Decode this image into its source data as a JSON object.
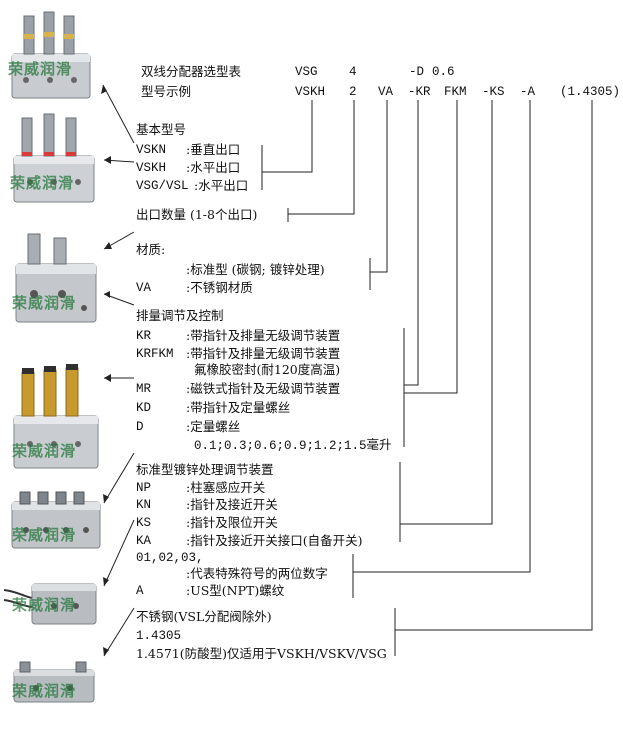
{
  "header": {
    "row1": [
      "双线分配器选型表",
      "VSG",
      "4",
      "-D",
      "0.6"
    ],
    "row2": [
      "型号示例",
      "VSKH",
      "2",
      "VA",
      "-KR",
      "FKM",
      "-KS",
      "-A",
      "(1.4305)"
    ]
  },
  "basic": {
    "title": "基本型号",
    "items": [
      {
        "code": "VSKN",
        "desc": ":垂直出口"
      },
      {
        "code": "VSKH",
        "desc": ":水平出口"
      },
      {
        "code": "VSG/VSL",
        "desc": ":水平出口"
      }
    ]
  },
  "outlets": {
    "text": "出口数量 (1-8个出口)"
  },
  "material": {
    "title": "材质:",
    "items": [
      {
        "code": "",
        "desc": ":标准型 (碳钢; 镀锌处理)"
      },
      {
        "code": "VA",
        "desc": ":不锈钢材质"
      }
    ]
  },
  "adjust": {
    "title": "排量调节及控制",
    "items": [
      {
        "code": "KR",
        "desc": ":带指针及排量无级调节装置"
      },
      {
        "code": "KRFKM",
        "desc": ":带指针及排量无级调节装置"
      },
      {
        "code": "",
        "desc": "氟橡胶密封(耐120度高温)"
      },
      {
        "code": "MR",
        "desc": ":磁铁式指针及无级调节装置"
      },
      {
        "code": "KD",
        "desc": ":带指针及定量螺丝"
      },
      {
        "code": "D",
        "desc": ":定量螺丝"
      },
      {
        "code": "",
        "desc": "0.1;0.3;0.6;0.9;1.2;1.5毫升"
      }
    ]
  },
  "standard": {
    "title": "标准型镀锌处理调节装置",
    "items": [
      {
        "code": "NP",
        "desc": ":柱塞感应开关"
      },
      {
        "code": "KN",
        "desc": ":指针及接近开关"
      },
      {
        "code": "KS",
        "desc": ":指针及限位开关"
      },
      {
        "code": "KA",
        "desc": ":指针及接近开关接口(自备开关)"
      },
      {
        "code": "01,02,03,",
        "desc": ""
      },
      {
        "code": "",
        "desc": ":代表特殊符号的两位数字"
      },
      {
        "code": "A",
        "desc": ":US型(NPT)螺纹"
      }
    ]
  },
  "stainless": {
    "title": "不锈钢(VSL分配阀除外)",
    "lines": [
      "1.4305",
      "1.4571(防酸型)仅适用于VSKH/VSKV/VSG"
    ]
  },
  "watermark": "荣威润滑"
}
